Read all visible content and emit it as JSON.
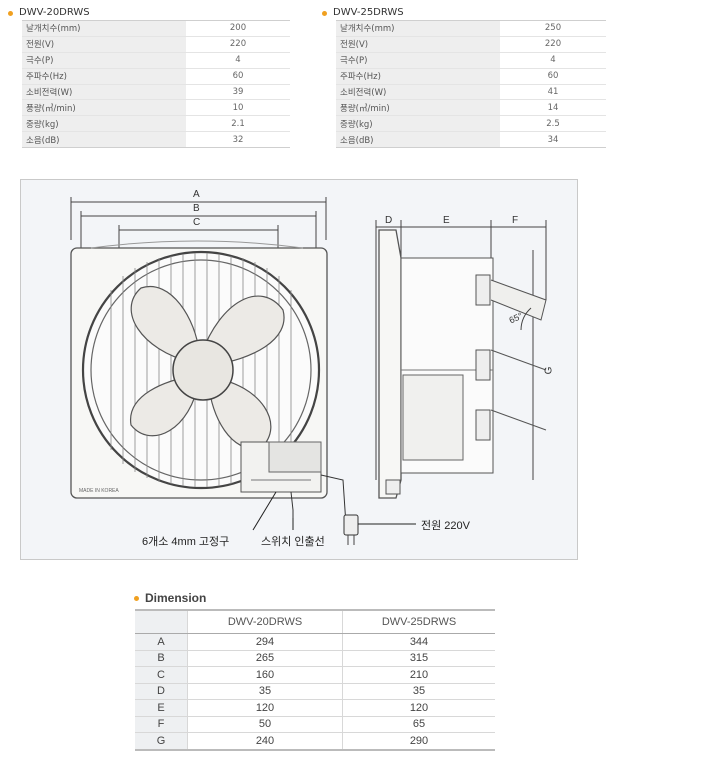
{
  "spec_tables": [
    {
      "model": "DWV-20DRWS",
      "rows": [
        {
          "label": "날개치수(mm)",
          "value": "200"
        },
        {
          "label": "전원(V)",
          "value": "220"
        },
        {
          "label": "극수(P)",
          "value": "4"
        },
        {
          "label": "주파수(Hz)",
          "value": "60"
        },
        {
          "label": "소비전력(W)",
          "value": "39"
        },
        {
          "label": "풍량(㎥/min)",
          "value": "10"
        },
        {
          "label": "중량(kg)",
          "value": "2.1"
        },
        {
          "label": "소음(dB)",
          "value": "32"
        }
      ]
    },
    {
      "model": "DWV-25DRWS",
      "rows": [
        {
          "label": "날개치수(mm)",
          "value": "250"
        },
        {
          "label": "전원(V)",
          "value": "220"
        },
        {
          "label": "극수(P)",
          "value": "4"
        },
        {
          "label": "주파수(Hz)",
          "value": "60"
        },
        {
          "label": "소비전력(W)",
          "value": "41"
        },
        {
          "label": "풍량(㎥/min)",
          "value": "14"
        },
        {
          "label": "중량(kg)",
          "value": "2.5"
        },
        {
          "label": "소음(dB)",
          "value": "34"
        }
      ]
    }
  ],
  "diagram": {
    "dim_labels": {
      "A": "A",
      "B": "B",
      "C": "C",
      "D": "D",
      "E": "E",
      "F": "F",
      "G": "G"
    },
    "angle_label": "65°",
    "callout_mounting": "6개소 4mm 고정구",
    "callout_switch": "스위치 인출선",
    "callout_power": "전원 220V",
    "maker_mark": "MADE IN KOREA"
  },
  "dimension": {
    "title": "Dimension",
    "columns": [
      "DWV-20DRWS",
      "DWV-25DRWS"
    ],
    "rows": [
      {
        "label": "A",
        "v1": "294",
        "v2": "344"
      },
      {
        "label": "B",
        "v1": "265",
        "v2": "315"
      },
      {
        "label": "C",
        "v1": "160",
        "v2": "210"
      },
      {
        "label": "D",
        "v1": "35",
        "v2": "35"
      },
      {
        "label": "E",
        "v1": "120",
        "v2": "120"
      },
      {
        "label": "F",
        "v1": "50",
        "v2": "65"
      },
      {
        "label": "G",
        "v1": "240",
        "v2": "290"
      }
    ]
  },
  "colors": {
    "bullet": "#f0a020",
    "diagram_bg": "#f3f5f8",
    "row_header_bg": "#eeeeee"
  }
}
